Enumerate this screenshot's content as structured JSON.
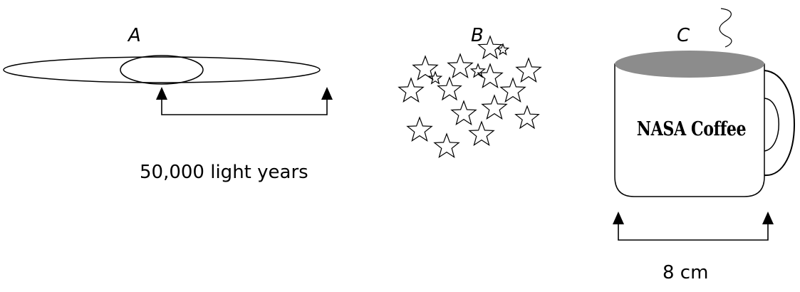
{
  "labels": {
    "a": "A",
    "b": "B",
    "c": "C"
  },
  "galaxy": {
    "distance_label": "50,000 light years"
  },
  "cup": {
    "text": "NASA Coffee",
    "distance_label": "8 cm",
    "rim_color": "#8c8c8c"
  },
  "cluster": {
    "star_count": 17
  }
}
